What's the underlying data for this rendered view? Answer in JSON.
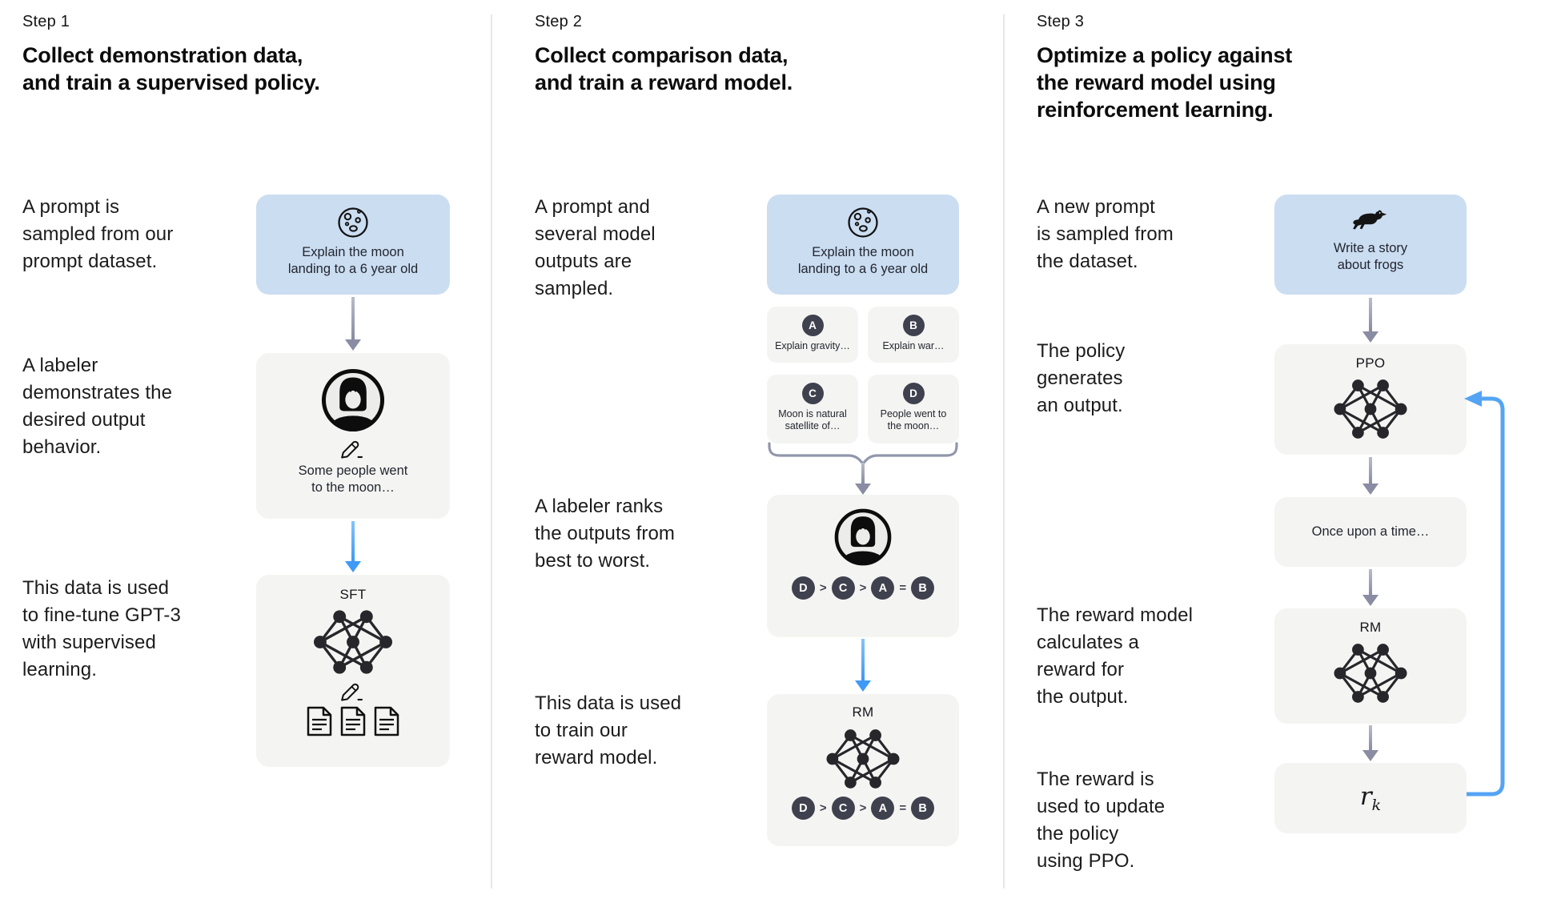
{
  "colors": {
    "prompt_box_bg": "#cbddf1",
    "card_bg": "#f4f4f2",
    "badge_bg": "#3f414e",
    "gray_arrow": "#898ca2",
    "blue_arrow": "#3e9af6",
    "divider": "#e7e7e7",
    "text": "#1c1c1c"
  },
  "columns": [
    {
      "step_label": "Step 1",
      "heading": "Collect demonstration data,\nand train a supervised policy.",
      "captions": [
        "A prompt is\nsampled from our\nprompt dataset.",
        "A labeler\ndemonstrates the\ndesired output\nbehavior.",
        "This data is used\nto fine-tune GPT-3\nwith supervised\nlearning."
      ],
      "prompt_box": {
        "icon": "moon-icon",
        "label": "Explain the moon\nlanding to a 6 year old"
      },
      "labeler_box": {
        "icon": "labeler-avatar-icon",
        "secondary_icon": "pencil-icon",
        "label": "Some people went\nto the moon…"
      },
      "model_box": {
        "name": "SFT"
      }
    },
    {
      "step_label": "Step 2",
      "heading": "Collect comparison data,\nand train a reward model.",
      "captions": [
        "A prompt and\nseveral model\noutputs are\nsampled.",
        "A labeler ranks\nthe outputs from\nbest to worst.",
        "This data is used\nto train our\nreward model."
      ],
      "prompt_box": {
        "icon": "moon-icon",
        "label": "Explain the moon\nlanding to a 6 year old"
      },
      "answers": [
        {
          "badge": "A",
          "label": "Explain gravity…"
        },
        {
          "badge": "B",
          "label": "Explain war…"
        },
        {
          "badge": "C",
          "label": "Moon is natural\nsatellite of…"
        },
        {
          "badge": "D",
          "label": "People went to\nthe moon…"
        }
      ],
      "ranking": [
        "D",
        ">",
        "C",
        ">",
        "A",
        "=",
        "B"
      ],
      "model_box": {
        "name": "RM"
      }
    },
    {
      "step_label": "Step 3",
      "heading": "Optimize a policy against\nthe reward model using\nreinforcement learning.",
      "captions": [
        "A new prompt\nis sampled from\nthe dataset.",
        "The policy\ngenerates\nan output.",
        "The reward model\ncalculates a\nreward for\nthe output.",
        "The reward is\nused to update\nthe policy\nusing PPO."
      ],
      "prompt_box": {
        "icon": "frog-icon",
        "label": "Write a story\nabout frogs"
      },
      "policy_box": {
        "name": "PPO"
      },
      "output_box": {
        "label": "Once upon a time…"
      },
      "reward_model_box": {
        "name": "RM"
      },
      "reward_box": {
        "symbol": "r",
        "subscript": "k"
      }
    }
  ]
}
